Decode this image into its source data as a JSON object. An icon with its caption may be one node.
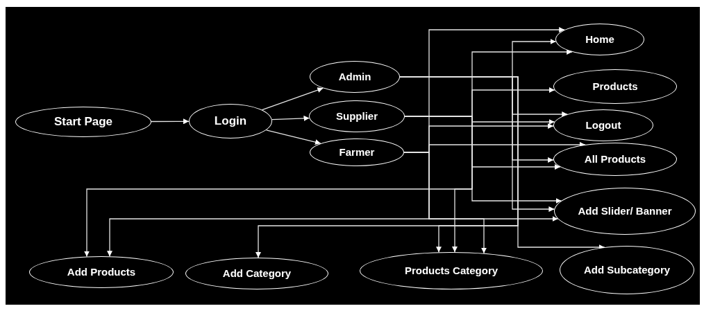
{
  "diagram": {
    "nodes": [
      {
        "text": [
          "Start Page"
        ]
      },
      {
        "text": [
          "Login"
        ]
      },
      {
        "text": [
          "Admin"
        ]
      },
      {
        "text": [
          "Supplier"
        ]
      },
      {
        "text": [
          "Farmer"
        ]
      },
      {
        "text": [
          "Home"
        ]
      },
      {
        "text": [
          "Products"
        ]
      },
      {
        "text": [
          "Logout"
        ]
      },
      {
        "text": [
          "All Products"
        ]
      },
      {
        "text": [
          "Add Slider/ Banner"
        ]
      },
      {
        "text": [
          "Add Products"
        ]
      },
      {
        "text": [
          "Add Category"
        ]
      },
      {
        "text": [
          "Products Category"
        ]
      },
      {
        "text": [
          "Add Subcategory"
        ]
      }
    ],
    "edges": [
      {
        "from": 0,
        "to": 1,
        "arrow": "to"
      },
      {
        "from": 1,
        "to": 2,
        "arrow": "to"
      },
      {
        "from": 1,
        "to": 3,
        "arrow": "to"
      },
      {
        "from": 1,
        "to": 4,
        "arrow": "to"
      },
      {
        "from": 2,
        "to": 5,
        "arrow": "to"
      },
      {
        "from": 2,
        "to": 7,
        "arrow": "to"
      },
      {
        "from": 2,
        "to": 8,
        "arrow": "to"
      },
      {
        "from": 2,
        "to": 9,
        "arrow": "to"
      },
      {
        "from": 2,
        "to": 13,
        "arrow": "to"
      },
      {
        "from": 2,
        "to": 11,
        "arrow": "to"
      },
      {
        "from": 2,
        "to": 12,
        "arrow": "to"
      },
      {
        "from": 3,
        "to": 5,
        "arrow": "to"
      },
      {
        "from": 3,
        "to": 6,
        "arrow": "to"
      },
      {
        "from": 3,
        "to": 7,
        "arrow": "to"
      },
      {
        "from": 3,
        "to": 8,
        "arrow": "to"
      },
      {
        "from": 3,
        "to": 9,
        "arrow": "to"
      },
      {
        "from": 3,
        "to": 10,
        "arrow": "to"
      },
      {
        "from": 3,
        "to": 12,
        "arrow": "to"
      },
      {
        "from": 4,
        "to": 5,
        "arrow": "to"
      },
      {
        "from": 4,
        "to": 7,
        "arrow": "to"
      },
      {
        "from": 4,
        "to": 8,
        "arrow": "to"
      },
      {
        "from": 4,
        "to": 9,
        "arrow": "to"
      },
      {
        "from": 4,
        "to": 10,
        "arrow": "to"
      },
      {
        "from": 4,
        "to": 12,
        "arrow": "to"
      }
    ]
  }
}
